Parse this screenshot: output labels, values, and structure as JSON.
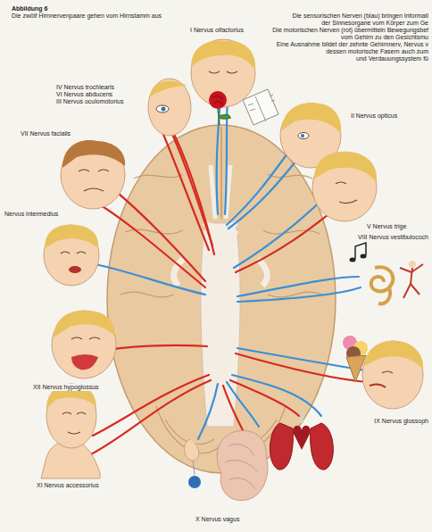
{
  "diagram": {
    "title": "Abbildung 6",
    "caption": "Die zwölf Hirnnervenpaare gehen vom Hirnstamm aus",
    "labels": [
      "Die sensorischen Nerven (blau) bringen Informati",
      "der Sinnesorgane vom Körper zum Ge",
      "Die motorischen Nerven (rot) übermitteln Bewegungsbef",
      "vom Gehirn zu den Gesichtsmu",
      "Eine Ausnahme bildet der zehnte Gehirnnerv, Nervus v",
      "dessen motorische Fasern auch zum",
      "und Verdauungssystem fü",
      "I Nervus olfactorius",
      "IV Nervus trochlearis",
      "VI Nervus abducens",
      "III Nervus oculomotorius",
      "II Nervus opticus",
      "VII Nervus facialis",
      "V Nervus trige",
      "Nervus intermedius",
      "VIII Nervus vestibulococh",
      "XII Nervus hypoglossus",
      "IX Nervus glossoph",
      "XI Nervus accessorius",
      "X Nervus vagus"
    ]
  }
}
